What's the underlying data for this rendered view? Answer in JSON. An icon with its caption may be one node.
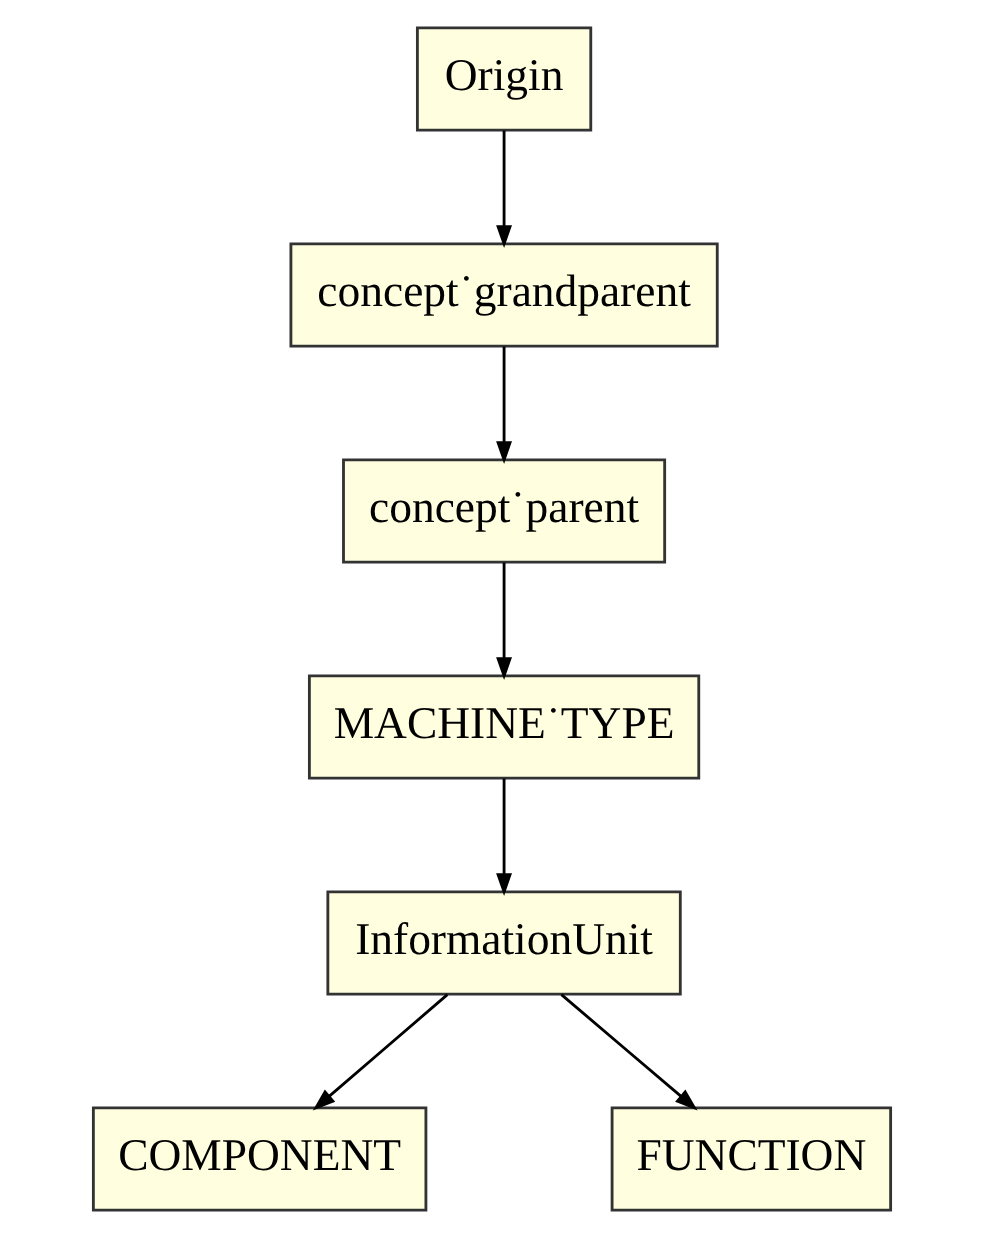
{
  "diagram": {
    "nodes": [
      {
        "text": [
          "Origin"
        ]
      },
      {
        "text": [
          "concept˙grandparent"
        ]
      },
      {
        "text": [
          "concept˙parent"
        ]
      },
      {
        "text": [
          "MACHINE˙TYPE"
        ]
      },
      {
        "text": [
          "InformationUnit"
        ]
      },
      {
        "text": [
          "COMPONENT"
        ]
      },
      {
        "text": [
          "FUNCTION"
        ]
      }
    ],
    "edges": [
      {
        "from": 0,
        "to": 1,
        "arrow": "to"
      },
      {
        "from": 1,
        "to": 2,
        "arrow": "to"
      },
      {
        "from": 2,
        "to": 3,
        "arrow": "to"
      },
      {
        "from": 3,
        "to": 4,
        "arrow": "to"
      },
      {
        "from": 4,
        "to": 5,
        "arrow": "to"
      },
      {
        "from": 4,
        "to": 6,
        "arrow": "to"
      }
    ]
  }
}
